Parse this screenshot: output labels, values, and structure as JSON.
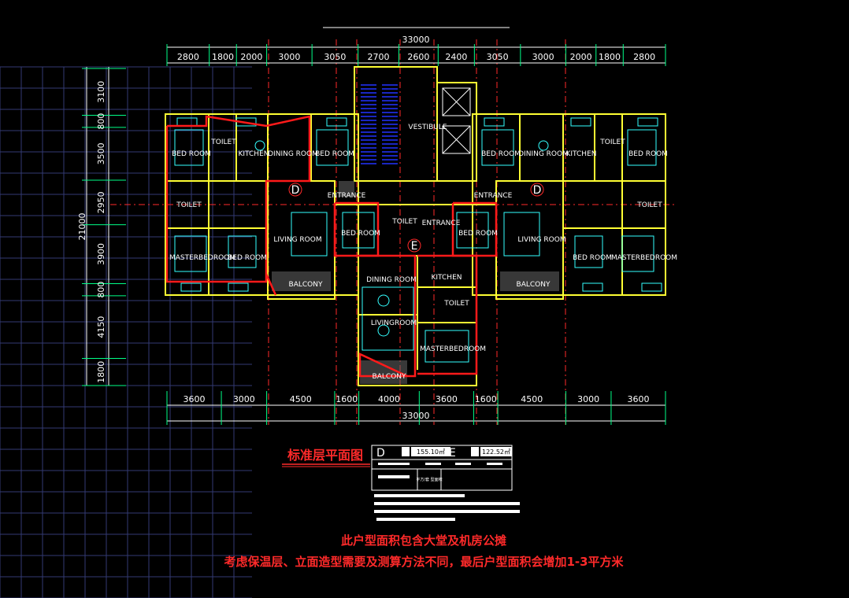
{
  "plan": {
    "top_total": "33000",
    "bottom_total": "33000",
    "left_total": "21000",
    "top_dims": [
      "2800",
      "1800",
      "2000",
      "3000",
      "3050",
      "2700",
      "2600",
      "2400",
      "3050",
      "3000",
      "2000",
      "1800",
      "2800"
    ],
    "bottom_dims": [
      "3600",
      "3000",
      "4500",
      "1600",
      "4000",
      "3600",
      "1600",
      "4500",
      "3000",
      "3600"
    ],
    "left_dims": [
      "3100",
      "800",
      "3500",
      "2950",
      "3900",
      "800",
      "4150",
      "1800"
    ],
    "rooms": {
      "bed_room_1": "BED ROOM",
      "toilet_1": "TOILET",
      "kitchen_1": "KITCHEN",
      "dining_room_1": "DINING ROOM",
      "bed_room_2": "BED ROOM",
      "vestibule": "VESTIBULE",
      "bed_room_3": "BED ROOM",
      "dining_room_2": "DINING ROOM",
      "kitchen_2": "KITCHEN",
      "toilet_2": "TOILET",
      "bed_room_4": "BED ROOM",
      "toilet_left": "TOILET",
      "entrance_left": "ENTRANCE",
      "entrance_right": "ENTRANCE",
      "toilet_right": "TOILET",
      "living_room_left": "LIVING ROOM",
      "bed_room_5": "BED ROOM",
      "toilet_center": "TOILET",
      "entrance_center": "ENTRANCE",
      "bed_room_6": "BED ROOM",
      "living_room_right": "LIVING ROOM",
      "master_left": "MASTERBEDROOM",
      "bed_room_7": "BED ROOM",
      "bed_room_8": "BED ROOM",
      "master_right": "MASTERBEDROOM",
      "balcony_left": "BALCONY",
      "balcony_right": "BALCONY",
      "dining_room_3": "DINING ROOM",
      "kitchen_3": "KITCHEN",
      "toilet_3": "TOILET",
      "living_room_center": "LIVINGROOM",
      "master_center": "MASTERBEDROOM",
      "balcony_center": "BALCONY"
    },
    "unit_marks": {
      "left": "D",
      "center": "E",
      "right": "D"
    }
  },
  "legend": {
    "title": "标准层平面图",
    "unit_d": "D",
    "area_d": "155.10㎡",
    "unit_e": "E",
    "area_e": "122.52㎡",
    "small_note": "平方/套 型面积"
  },
  "notes": {
    "line1": "此户型面积包含大堂及机房公摊",
    "line2": "考虑保温层、立面造型需要及测算方法不同，最后户型面积会增加1-3平方米"
  },
  "colors": {
    "background": "#000000",
    "wall": "#ffff33",
    "outline_red": "#ff1a1a",
    "axis_red": "#ff3030",
    "cyan": "#33ffff",
    "grid": "#3a3f7a",
    "stair_blue": "#2233ff"
  }
}
